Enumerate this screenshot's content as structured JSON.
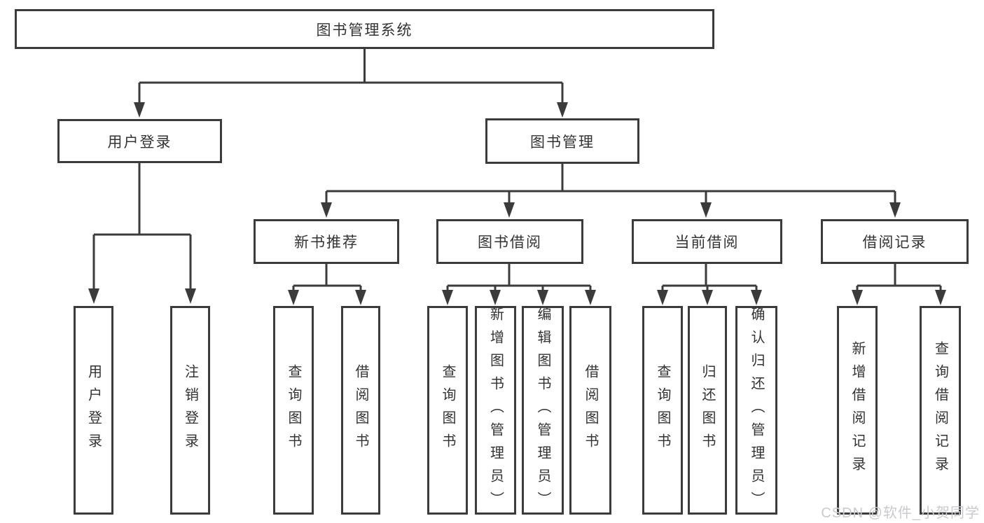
{
  "tree": {
    "root": {
      "label": "图书管理系统"
    },
    "branches": [
      {
        "label": "用户登录",
        "children": [
          {
            "label": "用户登录"
          },
          {
            "label": "注销登录"
          }
        ]
      },
      {
        "label": "图书管理",
        "children": [
          {
            "label": "新书推荐",
            "children": [
              {
                "label": "查询图书"
              },
              {
                "label": "借阅图书"
              }
            ]
          },
          {
            "label": "图书借阅",
            "children": [
              {
                "label": "查询图书"
              },
              {
                "label": "新增图书（管理员）"
              },
              {
                "label": "编辑图书（管理员）"
              },
              {
                "label": "借阅图书"
              }
            ]
          },
          {
            "label": "当前借阅",
            "children": [
              {
                "label": "查询图书"
              },
              {
                "label": "归还图书"
              },
              {
                "label": "确认归还（管理员）"
              }
            ]
          },
          {
            "label": "借阅记录",
            "children": [
              {
                "label": "新增借阅记录"
              },
              {
                "label": "查询借阅记录"
              }
            ]
          }
        ]
      }
    ]
  },
  "watermark": {
    "text": "CSDN @软件_小贺同学"
  },
  "colors": {
    "line": "#3b3b3b",
    "text": "#333333",
    "watermark": "#c9cacd",
    "background": "#ffffff"
  }
}
